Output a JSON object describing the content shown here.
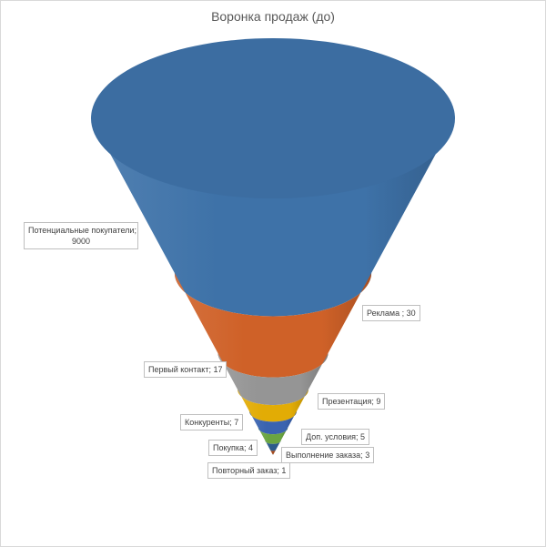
{
  "chart_data": {
    "type": "funnel",
    "title": "Воронка продаж (до)",
    "categories": [
      "Потенциальные покупатели",
      "Реклама",
      "Первый контакт",
      "Презентация",
      "Конкуренты",
      "Доп. условия",
      "Покупка",
      "Выполнение заказа",
      "Повторный заказ"
    ],
    "values": [
      9000,
      30,
      17,
      9,
      7,
      5,
      4,
      3,
      1
    ],
    "colors": [
      "#3e72a8",
      "#cf6128",
      "#959595",
      "#e2ac05",
      "#3a63b0",
      "#6aa541",
      "#2d5b8c",
      "#a44a1e",
      "#6e6e6e"
    ],
    "data_labels": [
      {
        "text": "Потенциальные покупатели;",
        "text2": "9000"
      },
      {
        "text": "Реклама ; 30"
      },
      {
        "text": "Первый контакт; 17"
      },
      {
        "text": "Презентация; 9"
      },
      {
        "text": "Конкуренты; 7"
      },
      {
        "text": "Доп. условия; 5"
      },
      {
        "text": "Покупка; 4"
      },
      {
        "text": "Выполнение заказа; 3"
      },
      {
        "text": "Повторный заказ; 1"
      }
    ]
  }
}
